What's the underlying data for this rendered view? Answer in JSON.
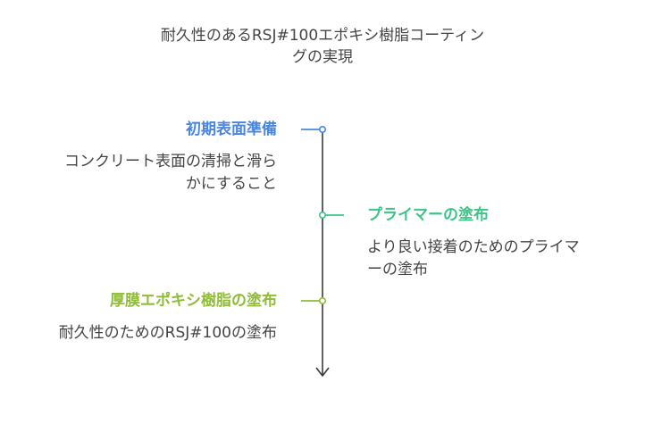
{
  "title": {
    "line1": "耐久性のあるRSJ#100エポキシ樹脂コーティン",
    "line2": "グの実現"
  },
  "colors": {
    "axis": "#3a3a3a",
    "step1": "#4a86e0",
    "step2": "#3cc489",
    "step3": "#8fbd35"
  },
  "steps": [
    {
      "title": "初期表面準備",
      "desc_line1": "コンクリート表面の清掃と滑ら",
      "desc_line2": "かにすること"
    },
    {
      "title": "プライマーの塗布",
      "desc_line1": "より良い接着のためのプライマ",
      "desc_line2": "ーの塗布"
    },
    {
      "title": "厚膜エポキシ樹脂の塗布",
      "desc_line1": "耐久性のためのRSJ#100の塗布"
    }
  ]
}
